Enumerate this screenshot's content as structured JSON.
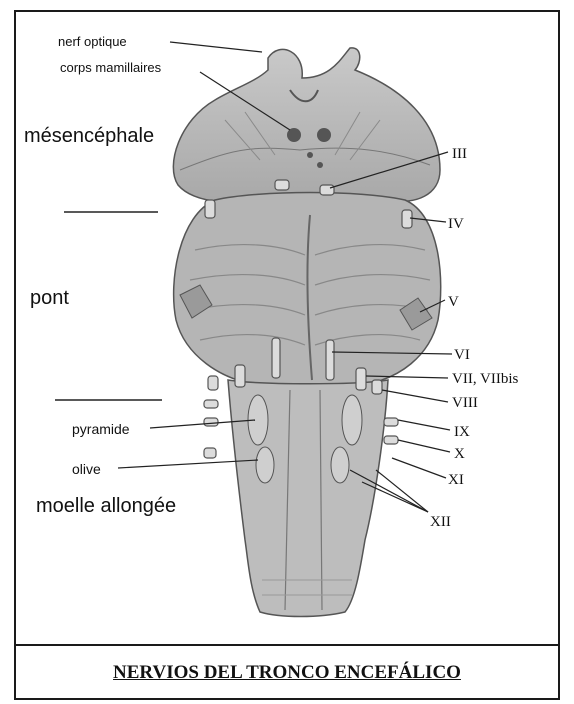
{
  "diagram": {
    "labels": {
      "nerf_optique": "nerf optique",
      "corps_mamillaires": "corps mamillaires",
      "mesencephale": "mésencéphale",
      "pont": "pont",
      "pyramide": "pyramide",
      "olive": "olive",
      "moelle_allongee": "moelle allongée"
    },
    "nerves": {
      "III": "III",
      "IV": "IV",
      "V": "V",
      "VI": "VI",
      "VII": "VII, VIIbis",
      "VIII": "VIII",
      "IX": "IX",
      "X": "X",
      "XI": "XI",
      "XII": "XII"
    },
    "caption": "NERVIOS DEL TRONCO ENCEFÁLICO"
  }
}
